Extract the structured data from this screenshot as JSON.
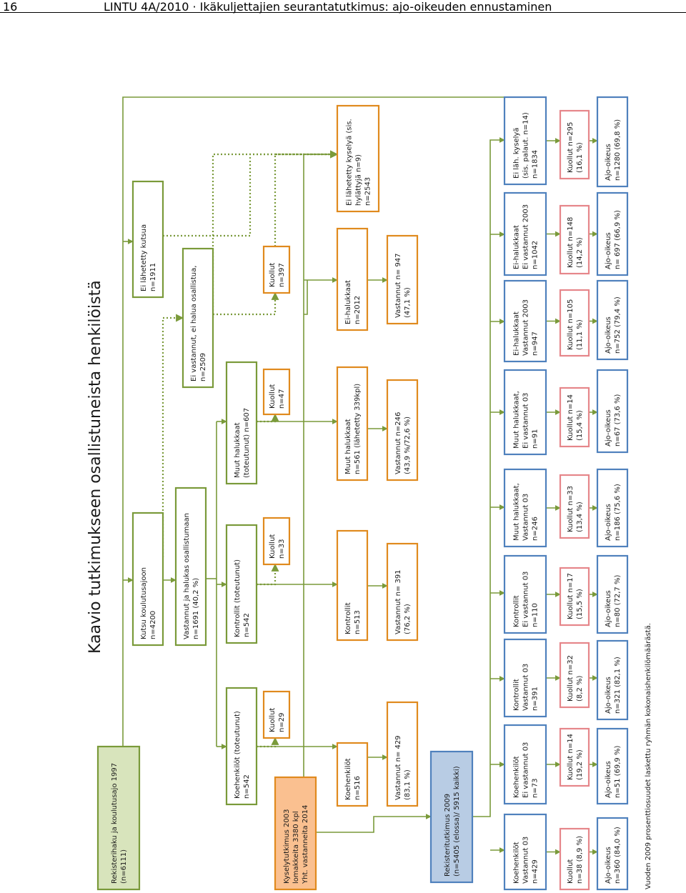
{
  "header": {
    "page_number": "16",
    "running_title": "LINTU 4A/2010 ·  Ikäkuljettajien seurantatutkimus: ajo-oikeuden ennustaminen"
  },
  "diagram": {
    "title": "Kaavio tutkimukseen osallistuneista henkilöistä",
    "footnote": "Vuoden 2009 prosenttiosuudet laskettu ryhmän kokonaishenkilömäärästä.",
    "boxes": [
      {
        "id": "reg1997",
        "lines": [
          "Rekisterihaku ja koulutusajo 1997",
          "(n=6111)"
        ]
      },
      {
        "id": "invite",
        "lines": [
          "Kutsu koulutusajoon",
          "n=4200"
        ]
      },
      {
        "id": "not_invited",
        "lines": [
          "Ei lähetetty kutsua",
          "n=1911"
        ]
      },
      {
        "id": "answered_willing",
        "lines": [
          "Vastannut ja halukas osallistumaan",
          "n=1691 (40,2 %)"
        ]
      },
      {
        "id": "not_willing",
        "lines": [
          "Ei vastannut, ei halua osallistua,",
          "n=2509"
        ]
      },
      {
        "id": "test_done",
        "lines": [
          "Koehenkilöt (toteutunut)",
          "n=542"
        ]
      },
      {
        "id": "control_done",
        "lines": [
          "Kontrollit (toteutunut)",
          "n=542"
        ]
      },
      {
        "id": "other_willing",
        "lines": [
          "Muut halukkaat",
          "(toteutunut) n=607"
        ]
      },
      {
        "id": "dead29",
        "lines": [
          "Kuollut",
          "n=29"
        ]
      },
      {
        "id": "dead33",
        "lines": [
          "Kuollut",
          "n=33"
        ]
      },
      {
        "id": "dead47",
        "lines": [
          "Kuollut",
          "n=47"
        ]
      },
      {
        "id": "dead397",
        "lines": [
          "Kuollut",
          "n=397"
        ]
      },
      {
        "id": "survey2003",
        "lines": [
          "Kyselytutkimus 2003",
          "lomakkeita 3380 kpl",
          "Yht. vastanneita 2014"
        ]
      },
      {
        "id": "s_test",
        "lines": [
          "Koehenkilöt",
          "n=516"
        ]
      },
      {
        "id": "s_control",
        "lines": [
          "Kontrollit",
          "n=513"
        ]
      },
      {
        "id": "s_other",
        "lines": [
          "Muut halukkaat",
          "n=561 (lähetetty  339kpl)"
        ]
      },
      {
        "id": "s_unwilling",
        "lines": [
          "Ei-halukkaat",
          "n=2012"
        ]
      },
      {
        "id": "s_notsent",
        "lines": [
          "Ei lähetetty kyselyä (sis.",
          "hylättyjä n=9)",
          "n=2543"
        ]
      },
      {
        "id": "r_test",
        "lines": [
          "Vastannut n= 429",
          "(83,1 %)"
        ]
      },
      {
        "id": "r_control",
        "lines": [
          "Vastannut n= 391",
          "(76,2 %)"
        ]
      },
      {
        "id": "r_other",
        "lines": [
          "Vastannut n=246",
          "(43,9 %/72,6 %)"
        ]
      },
      {
        "id": "r_unwilling",
        "lines": [
          "Vastannut n=  947",
          "(47,1 %)"
        ]
      },
      {
        "id": "reg2009",
        "lines": [
          "Rekisteritutkimus 2009",
          "(n=5405 (elossa)/ 5915 kaikki)"
        ]
      },
      {
        "id": "g1",
        "lines": [
          "Koehenkilöt",
          "Vastannut 03",
          "n=429"
        ]
      },
      {
        "id": "g2",
        "lines": [
          "Koehenkilöt",
          "Ei vastannut 03",
          "n=73"
        ]
      },
      {
        "id": "g3",
        "lines": [
          "Kontrollit",
          "Vastannut 03",
          "n=391"
        ]
      },
      {
        "id": "g4",
        "lines": [
          "Kontrollit",
          "Ei vastannut 03",
          "n=110"
        ]
      },
      {
        "id": "g5",
        "lines": [
          "Muut halukkaat,",
          "Vastannut 03",
          "n=246"
        ]
      },
      {
        "id": "g6",
        "lines": [
          "Muut halukkaat,",
          "Ei vastannut 03",
          "n=91"
        ]
      },
      {
        "id": "g7",
        "lines": [
          "Ei-halukkaat",
          "Vastannut 2003",
          "n=947"
        ]
      },
      {
        "id": "g8",
        "lines": [
          "Ei-halukkaat",
          "Ei vastannut 2003",
          "n=1042"
        ]
      },
      {
        "id": "g9",
        "lines": [
          "Ei läh. kyselyä",
          "(sis. palaut. n=14)",
          "n=1834"
        ]
      },
      {
        "id": "k1",
        "lines": [
          "Kuollut",
          "n=38 (8,9 %)"
        ]
      },
      {
        "id": "k2",
        "lines": [
          "Kuollut n=14",
          "(19,2 %)"
        ]
      },
      {
        "id": "k3",
        "lines": [
          "Kuollut n=32",
          "(8,2 %)"
        ]
      },
      {
        "id": "k4",
        "lines": [
          "Kuollut n=17",
          "(15,5 %)"
        ]
      },
      {
        "id": "k5",
        "lines": [
          "Kuollut n=33",
          "(13,4 %)"
        ]
      },
      {
        "id": "k6",
        "lines": [
          "Kuollut n=14",
          "(15,4 %)"
        ]
      },
      {
        "id": "k7",
        "lines": [
          "Kuollut n=105",
          "(11,1 %)"
        ]
      },
      {
        "id": "k8",
        "lines": [
          "Kuollut n=148",
          "(14,2 %)"
        ]
      },
      {
        "id": "k9",
        "lines": [
          "Kuollut n=295",
          "(16,1 %)"
        ]
      },
      {
        "id": "a1",
        "lines": [
          "Ajo-oikeus",
          "n=360 (84,0 %)"
        ]
      },
      {
        "id": "a2",
        "lines": [
          "Ajo-oikeus",
          "n=51 (69,9 %)"
        ]
      },
      {
        "id": "a3",
        "lines": [
          "Ajo-oikeus",
          "n=321 (82,1 %)"
        ]
      },
      {
        "id": "a4",
        "lines": [
          "Ajo-oikeus",
          "n=80 (72,7 %)"
        ]
      },
      {
        "id": "a5",
        "lines": [
          "Ajo-oikeus",
          "n=186 (75,6 %)"
        ]
      },
      {
        "id": "a6",
        "lines": [
          "Ajo-oikeus",
          "n=67 (73,6 %)"
        ]
      },
      {
        "id": "a7",
        "lines": [
          "Ajo-oikeus",
          "n=752 (79,4 %)"
        ]
      },
      {
        "id": "a8",
        "lines": [
          "Ajo-oikeus",
          "n= 697 (66,9 %)"
        ]
      },
      {
        "id": "a9",
        "lines": [
          "Ajo-oikeus",
          "n=1280 (69,8 %)"
        ]
      }
    ],
    "colors": {
      "green_border": "#7a9a3a",
      "green_fill": "#d8e4bc",
      "orange_border": "#e08a1e",
      "orange_fill": "#fac090",
      "blue_border": "#4f81bd",
      "blue_fill": "#b8cce4",
      "pink_border": "#e6868a",
      "line": "#7a9a3a"
    }
  }
}
